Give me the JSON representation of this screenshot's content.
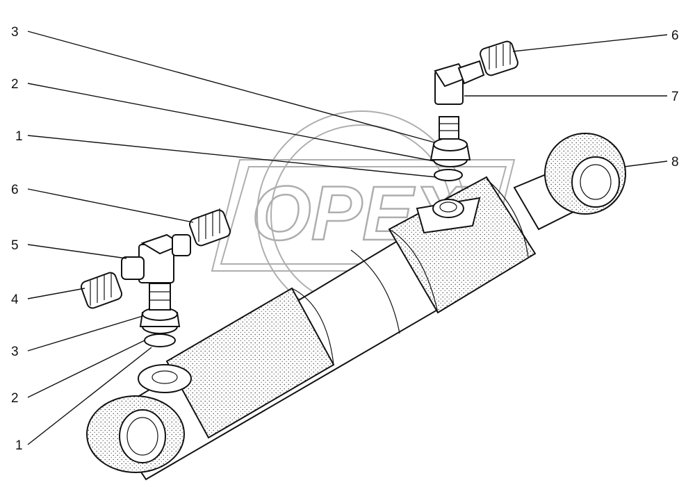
{
  "callouts": {
    "left": [
      "3",
      "2",
      "1",
      "6",
      "5",
      "4",
      "3",
      "2",
      "1"
    ],
    "right": [
      "6",
      "7",
      "8"
    ]
  },
  "watermark": {
    "text": "OPEX",
    "color": "#9a9a9a"
  },
  "colors": {
    "ink": "#111111",
    "background": "#ffffff"
  }
}
